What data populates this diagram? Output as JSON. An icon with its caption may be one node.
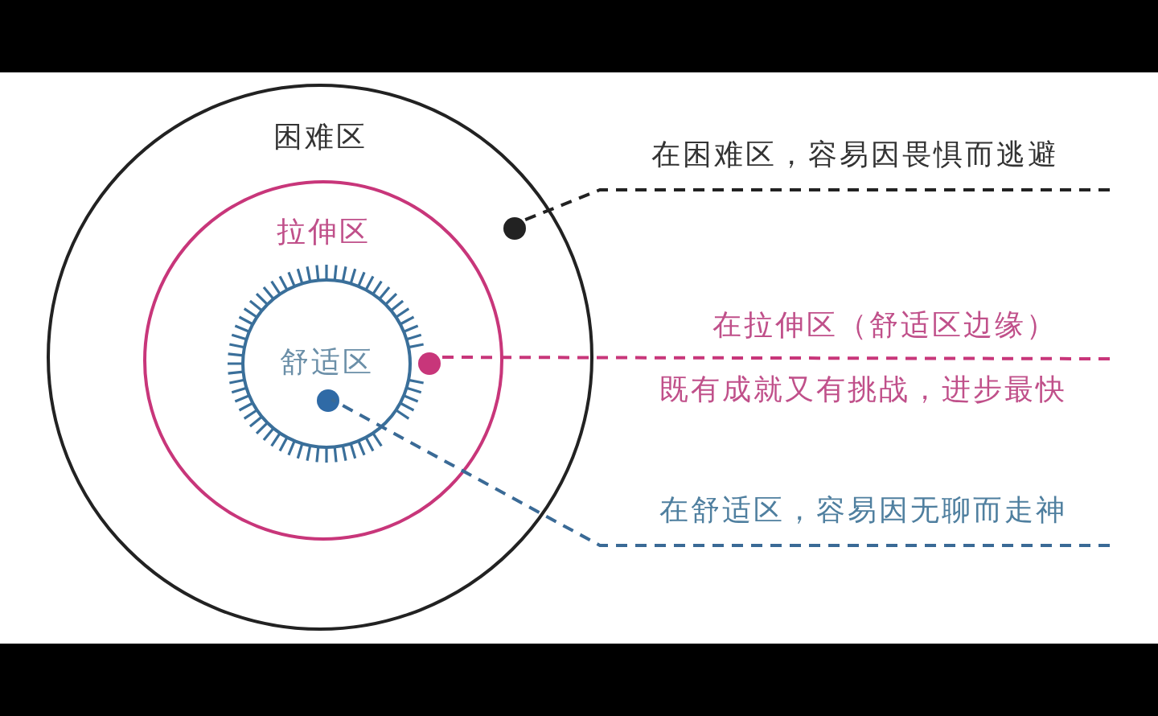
{
  "diagram": {
    "nodes": [
      {
        "text": [
          "困难区"
        ]
      },
      {
        "text": [
          "拉伸区"
        ],
        "in": 0
      },
      {
        "text": [
          "舒适区"
        ],
        "in": 1
      },
      {
        "text": [],
        "shape": "circle",
        "in": 0
      },
      {
        "text": [],
        "shape": "circle",
        "in": 1
      },
      {
        "text": [],
        "shape": "circle",
        "in": 2
      },
      {
        "text": [
          "在困难区，容易因畏惧而逃避"
        ]
      },
      {
        "text": [
          "在拉伸区（舒适区边缘）",
          "既有成就又有挑战，进步最快"
        ]
      },
      {
        "text": [
          "在舒适区，容易因无聊而走神"
        ]
      }
    ],
    "edges": [
      {
        "from": 6,
        "to": 3,
        "arrow": "none",
        "style": "dashed",
        "color": "#222222"
      },
      {
        "from": 7,
        "to": 4,
        "arrow": "none",
        "style": "dashed",
        "color": "#c8367a"
      },
      {
        "from": 8,
        "to": 5,
        "arrow": "none",
        "style": "dashed",
        "color": "#3a6a96"
      }
    ]
  }
}
